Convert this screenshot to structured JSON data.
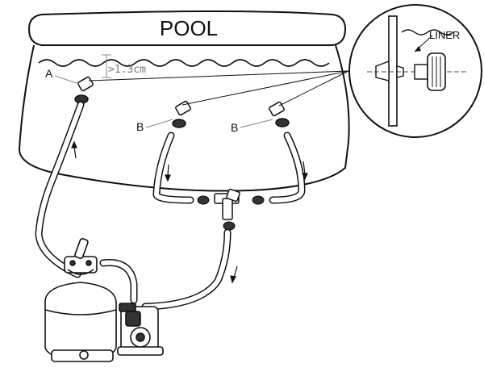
{
  "diagram": {
    "title": "POOL",
    "liner_label": "LINER",
    "label_a": "A",
    "label_b_left": "B",
    "label_b_right": "B",
    "water_level_note": ">1.3cm"
  }
}
